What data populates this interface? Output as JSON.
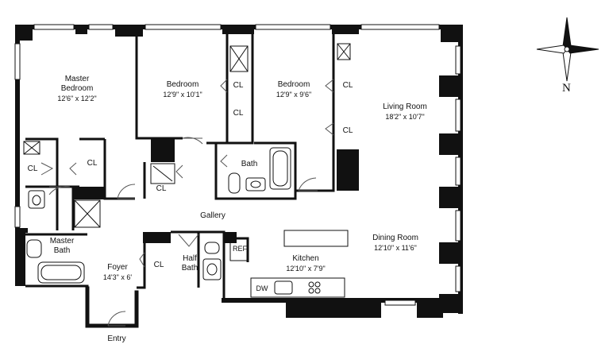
{
  "rooms": {
    "master_bedroom": {
      "name_line1": "Master",
      "name_line2": "Bedroom",
      "dims": "12'6\" x 12'2\""
    },
    "bedroom_1": {
      "name": "Bedroom",
      "dims": "12'9\" x 10'1\""
    },
    "bedroom_2": {
      "name": "Bedroom",
      "dims": "12'9\" x 9'6\""
    },
    "living_room": {
      "name": "Living Room",
      "dims": "18'2\" x 10'7\""
    },
    "dining_room": {
      "name": "Dining Room",
      "dims": "12'10\" x 11'6\""
    },
    "kitchen": {
      "name": "Kitchen",
      "dims": "12'10\" x 7'9\""
    },
    "foyer": {
      "name": "Foyer",
      "dims": "14'3\" x 6'"
    },
    "half_bath": {
      "name_line1": "Half",
      "name_line2": "Bath"
    },
    "master_bath": {
      "name_line1": "Master",
      "name_line2": "Bath"
    },
    "bath": {
      "name": "Bath"
    },
    "gallery": {
      "name": "Gallery"
    },
    "entry": {
      "name": "Entry"
    }
  },
  "fixtures": {
    "closet": "CL",
    "refrigerator": "REF",
    "dishwasher": "DW"
  },
  "compass": {
    "north": "N"
  }
}
